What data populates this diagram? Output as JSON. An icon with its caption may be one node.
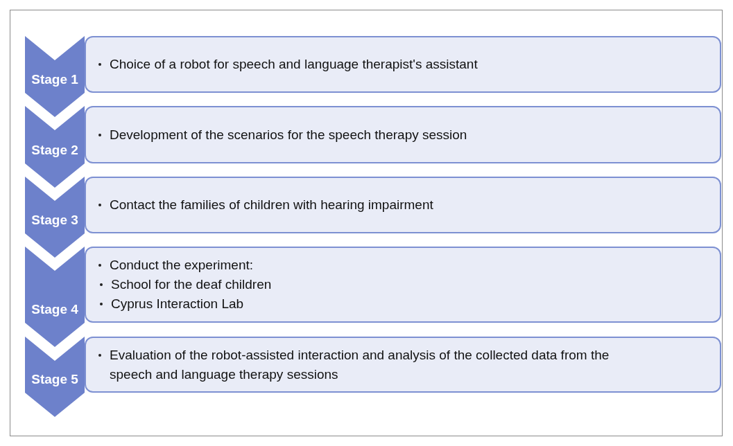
{
  "diagram": {
    "nodes": [
      {
        "text": [
          "Stage 1"
        ]
      },
      {
        "text": [
          "Choice of a robot for speech and language therapist's assistant"
        ]
      },
      {
        "text": [
          "Stage 2"
        ]
      },
      {
        "text": [
          "Development of the scenarios for the speech therapy session"
        ]
      },
      {
        "text": [
          "Stage 3"
        ]
      },
      {
        "text": [
          "Contact the families of children with hearing impairment"
        ]
      },
      {
        "text": [
          "Stage 4"
        ]
      },
      {
        "text": [
          "Conduct the experiment:",
          "School for the deaf children",
          "Cyprus Interaction Lab"
        ]
      },
      {
        "text": [
          "Stage 5"
        ]
      },
      {
        "text": [
          "Evaluation of the robot-assisted interaction and analysis of the collected data from the speech and language therapy sessions"
        ]
      }
    ]
  }
}
